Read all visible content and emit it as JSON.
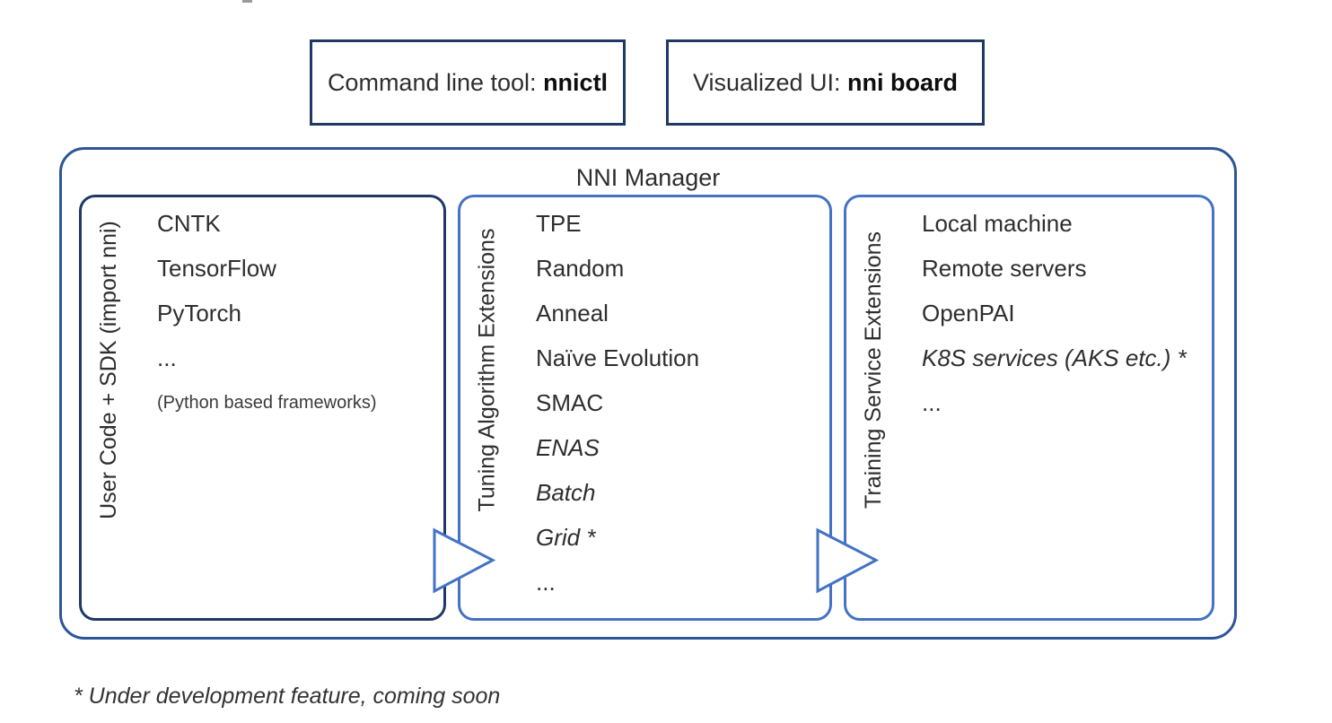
{
  "top_boxes": [
    {
      "prefix": "Command line tool: ",
      "bold": "nnictl"
    },
    {
      "prefix": "Visualized UI: ",
      "bold": "nni board"
    }
  ],
  "manager": {
    "title": "NNI Manager",
    "columns": [
      {
        "side_label": "User Code + SDK (import nni)",
        "items": [
          {
            "text": "CNTK"
          },
          {
            "text": "TensorFlow"
          },
          {
            "text": "PyTorch"
          },
          {
            "text": "..."
          },
          {
            "text": "(Python based frameworks)",
            "small": true
          }
        ]
      },
      {
        "side_label": "Tuning Algorithm Extensions",
        "items": [
          {
            "text": "TPE"
          },
          {
            "text": "Random"
          },
          {
            "text": "Anneal"
          },
          {
            "text": "Naïve Evolution"
          },
          {
            "text": "SMAC"
          },
          {
            "text": "ENAS",
            "italic": true
          },
          {
            "text": "Batch",
            "italic": true
          },
          {
            "text": "Grid *",
            "italic": true
          },
          {
            "text": "..."
          }
        ]
      },
      {
        "side_label": "Training Service Extensions",
        "items": [
          {
            "text": "Local machine"
          },
          {
            "text": "Remote servers"
          },
          {
            "text": "OpenPAI"
          },
          {
            "text": "K8S services (AKS etc.) *",
            "italic": true
          },
          {
            "text": "..."
          }
        ]
      }
    ]
  },
  "footnote": "* Under development feature, coming soon",
  "colors": {
    "dark_navy": "#1f3864",
    "outer_blue": "#2e5597",
    "light_blue": "#4472c4",
    "text": "#2e2e2e",
    "text_bold": "#0d0d0d"
  }
}
